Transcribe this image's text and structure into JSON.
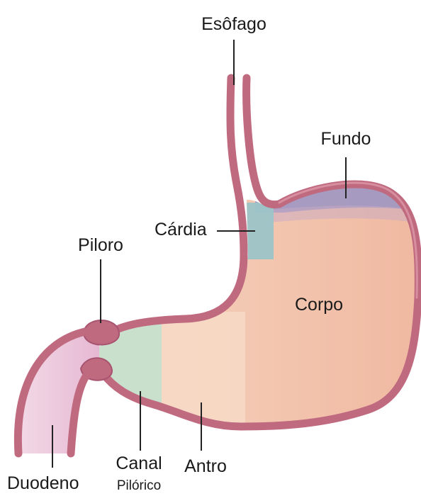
{
  "labels": {
    "esofago": "Esôfago",
    "fundo": "Fundo",
    "cardia": "Cárdia",
    "piloro": "Piloro",
    "corpo": "Corpo",
    "duodeno": "Duodeno",
    "canal_line1": "Canal",
    "canal_line2": "Pilórico",
    "antro": "Antro"
  },
  "colors": {
    "wall": "#c06a80",
    "wall_highlight": "#dc98a8",
    "fundo": "#9a94c4",
    "cardia": "#9cc4c8",
    "corpo": "#f2c0a8",
    "antro": "#f6d8c4",
    "canal_pilorico": "#c6e2cc",
    "duodeno": "#eac4dc",
    "leader": "#222222"
  }
}
